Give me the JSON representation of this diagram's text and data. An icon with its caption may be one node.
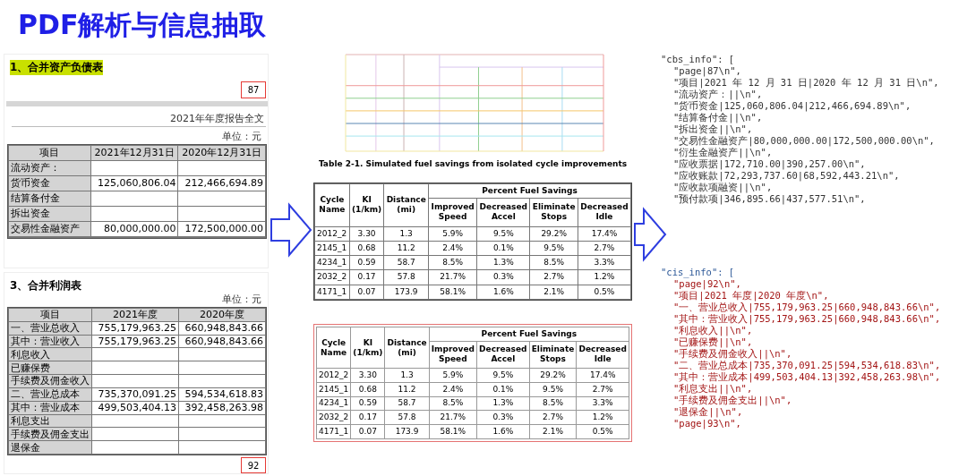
{
  "diagram": {
    "title": "PDF解析与信息抽取",
    "nodes": [
      {
        "text": [
          "1、合并资产负债表"
        ]
      },
      {
        "text": [
          "87"
        ],
        "in": 0
      },
      {
        "text": [
          "项目",
          "2021年12月31日",
          "2020年12月31日",
          "流动资产：",
          "货币资金",
          "125,060,806.04",
          "212,466,694.89",
          "结算备付金",
          "拆出资金",
          "交易性金融资产",
          "80,000,000.00",
          "172,500,000.00"
        ],
        "beside": [
          "单位：元"
        ],
        "in": 0
      },
      {
        "text": [
          "3、合并利润表"
        ]
      },
      {
        "text": [
          "项目",
          "2021年度",
          "2020年度",
          "一、营业总收入",
          "755,179,963.25",
          "660,948,843.66",
          "其中：营业收入",
          "755,179,963.25",
          "660,948,843.66",
          "利息收入",
          "已赚保费",
          "手续费及佣金收入",
          "二、营业总成本",
          "735,370,091.25",
          "594,534,618.83",
          "其中：营业成本",
          "499,503,404.13",
          "392,458,263.98",
          "利息支出",
          "手续费及佣金支出",
          "退保金"
        ],
        "beside": [
          "单位：元"
        ],
        "in": 3
      },
      {
        "text": [
          "92"
        ],
        "in": 3
      },
      {
        "text": [],
        "shape": "picture"
      },
      {
        "text": [
          "Table 2-1. Simulated fuel savings from isolated cycle improvements",
          "Cycle Name",
          "KI (1/km)",
          "Distance (mi)",
          "Percent Fuel Savings",
          "Improved Speed",
          "Decreased Accel",
          "Eliminate Stops",
          "Decreased Idle",
          "2012_2",
          "3.30",
          "1.3",
          "5.9%",
          "9.5%",
          "29.2%",
          "17.4%",
          "2145_1",
          "0.68",
          "11.2",
          "2.4%",
          "0.1%",
          "9.5%",
          "2.7%",
          "4234_1",
          "0.59",
          "58.7",
          "8.5%",
          "1.3%",
          "8.5%",
          "3.3%",
          "2032_2",
          "0.17",
          "57.8",
          "21.7%",
          "0.3%",
          "2.7%",
          "1.2%",
          "4171_1",
          "0.07",
          "173.9",
          "58.1%",
          "1.6%",
          "2.1%",
          "0.5%"
        ]
      },
      {
        "text": [
          "Cycle Name",
          "KI (1/km)",
          "Distance (mi)",
          "Percent Fuel Savings",
          "Improved Speed",
          "Decreased Accel",
          "Eliminate Stops",
          "Decreased Idle",
          "2012_2",
          "3.30",
          "1.3",
          "5.9%",
          "9.5%",
          "29.2%",
          "17.4%",
          "2145_1",
          "0.68",
          "11.2",
          "2.4%",
          "0.1%",
          "9.5%",
          "2.7%",
          "4234_1",
          "0.59",
          "58.7",
          "8.5%",
          "1.3%",
          "8.5%",
          "3.3%",
          "2032_2",
          "0.17",
          "57.8",
          "21.7%",
          "0.3%",
          "2.7%",
          "1.2%",
          "4171_1",
          "0.07",
          "173.9",
          "58.1%",
          "1.6%",
          "2.1%",
          "0.5%"
        ]
      },
      {
        "text": [
          "\"cbs_info\": [",
          "\"page|87\\n\",",
          "\"项目|2021 年 12 月 31 日|2020 年 12 月 31 日\\n\",",
          "\"流动资产：||\\n\",",
          "\"货币资金|125,060,806.04|212,466,694.89\\n\",",
          "\"结算备付金||\\n\",",
          "\"拆出资金||\\n\",",
          "\"交易性金融资产|80,000,000.00|172,500,000.00\\n\",",
          "\"衍生金融资产||\\n\",",
          "\"应收票据|172,710.00|390,257.00\\n\",",
          "\"应收账款|72,293,737.60|68,592,443.21\\n\",",
          "\"应收款项融资||\\n\",",
          "\"预付款项|346,895.66|437,577.51\\n\","
        ]
      },
      {
        "text": [
          "\"cis_info\": [",
          "\"page|92\\n\",",
          "\"项目|2021 年度|2020 年度\\n\",",
          "\"一、营业总收入|755,179,963.25|660,948,843.66\\n\",",
          "\"其中：营业收入|755,179,963.25|660,948,843.66\\n\",",
          "\"利息收入||\\n\",",
          "\"已赚保费||\\n\",",
          "\"手续费及佣金收入||\\n\",",
          "\"二、营业总成本|735,370,091.25|594,534,618.83\\n\",",
          "\"其中：营业成本|499,503,404.13|392,458,263.98\\n\",",
          "\"利息支出||\\n\",",
          "\"手续费及佣金支出||\\n\",",
          "\"退保金||\\n\",",
          "\"page|93\\n\","
        ]
      }
    ],
    "edges": [
      {
        "from": 0,
        "to": 7,
        "arrow": "to"
      },
      {
        "from": 7,
        "to": 9,
        "arrow": "to"
      }
    ],
    "labels": [
      "2021年年度报告全文"
    ]
  }
}
